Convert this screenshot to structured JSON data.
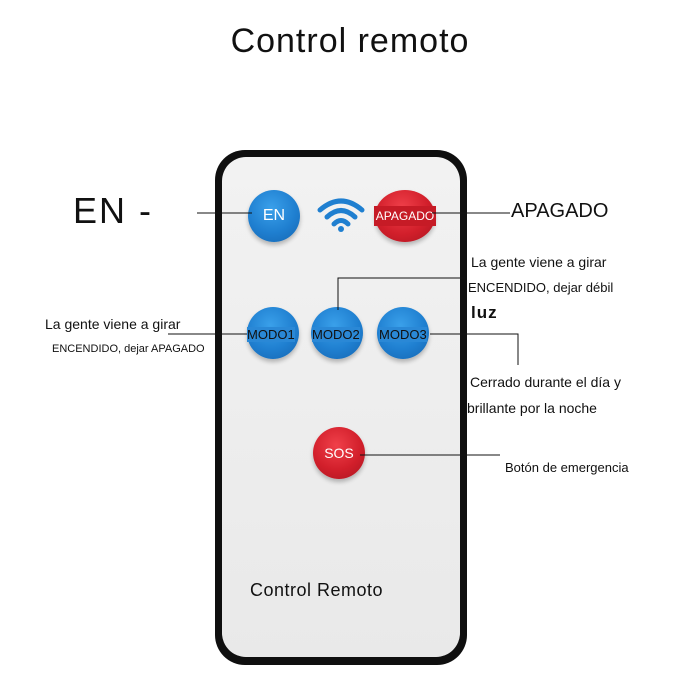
{
  "title": "Control remoto",
  "remote": {
    "footer_label": "Control Remoto",
    "buttons": {
      "en": "EN",
      "apagado": "APAGADO",
      "modo1": "MODO1",
      "modo2": "MODO2",
      "modo3": "MODO3",
      "sos": "SOS"
    },
    "wifi_icon": "wifi-icon"
  },
  "annotations": {
    "en": "EN -",
    "apagado": "APAGADO",
    "modo2_line1": "La gente viene a girar",
    "modo2_line2": "ENCENDIDO, dejar débil",
    "modo2_line3": "luz",
    "modo1_line1": "La gente viene a girar",
    "modo1_line2": "ENCENDIDO, dejar APAGADO",
    "modo3_line1": "Cerrado durante el día y",
    "modo3_line2": "brillante por la noche",
    "sos": "Botón de emergencia"
  },
  "colors": {
    "blue_button": "#1f7fd0",
    "red_button": "#d21f2b",
    "remote_frame": "#0f0f0f",
    "remote_face": "#eeeeee"
  }
}
